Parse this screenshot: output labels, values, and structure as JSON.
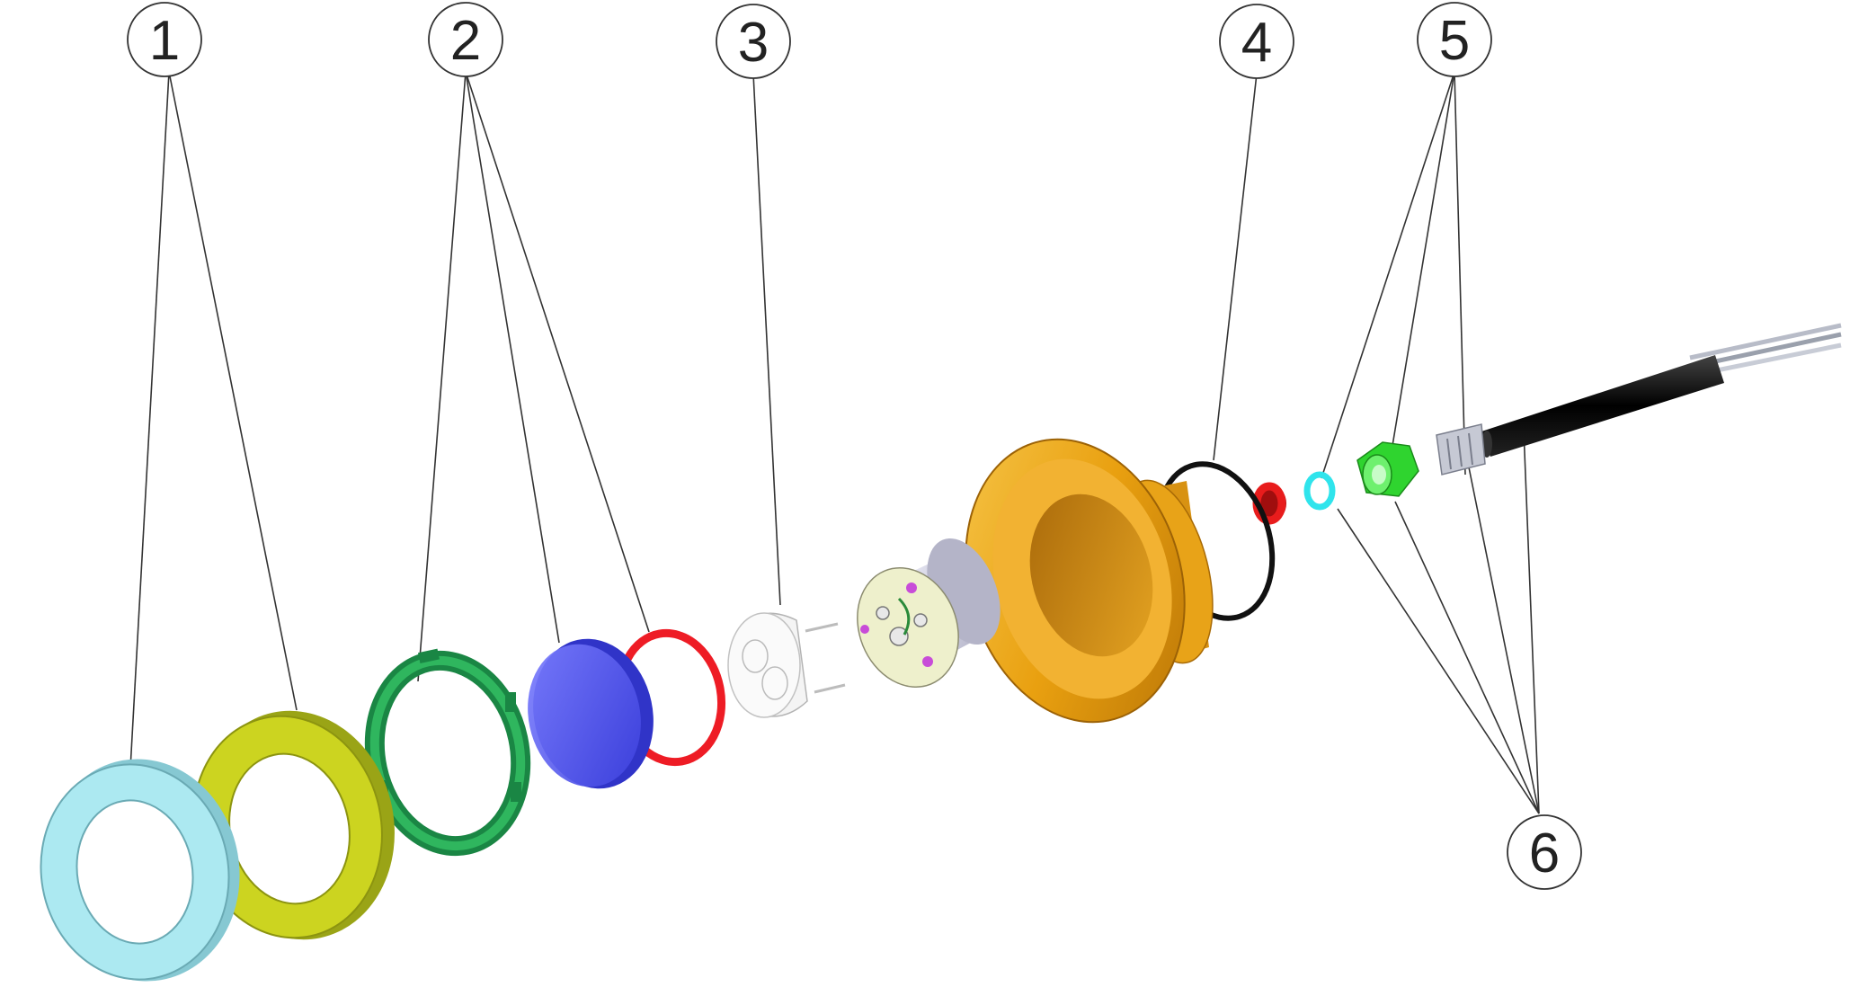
{
  "callouts": [
    {
      "id": "1",
      "label": "1"
    },
    {
      "id": "2",
      "label": "2"
    },
    {
      "id": "3",
      "label": "3"
    },
    {
      "id": "4",
      "label": "4"
    },
    {
      "id": "5",
      "label": "5"
    },
    {
      "id": "6",
      "label": "6"
    }
  ],
  "parts": [
    {
      "name": "trim-ring",
      "color": "#a8eef4"
    },
    {
      "name": "niche-trim",
      "color": "#c8d21e"
    },
    {
      "name": "clamp-ring",
      "color": "#1e9a4c"
    },
    {
      "name": "lens",
      "color": "#5a5ef0"
    },
    {
      "name": "lens-gasket",
      "color": "#ee1c25"
    },
    {
      "name": "reflector",
      "color": "#f2f2f2"
    },
    {
      "name": "led-module",
      "color": "#f1f3d2"
    },
    {
      "name": "housing",
      "color": "#f0a81a"
    },
    {
      "name": "o-ring",
      "color": "#111111"
    },
    {
      "name": "small-gasket",
      "color": "#e01a1a"
    },
    {
      "name": "washer",
      "color": "#2fe4ec"
    },
    {
      "name": "cable-gland-nut",
      "color": "#3ad83a"
    },
    {
      "name": "connector",
      "color": "#c8ccd6"
    },
    {
      "name": "cable",
      "color": "#111111"
    }
  ]
}
